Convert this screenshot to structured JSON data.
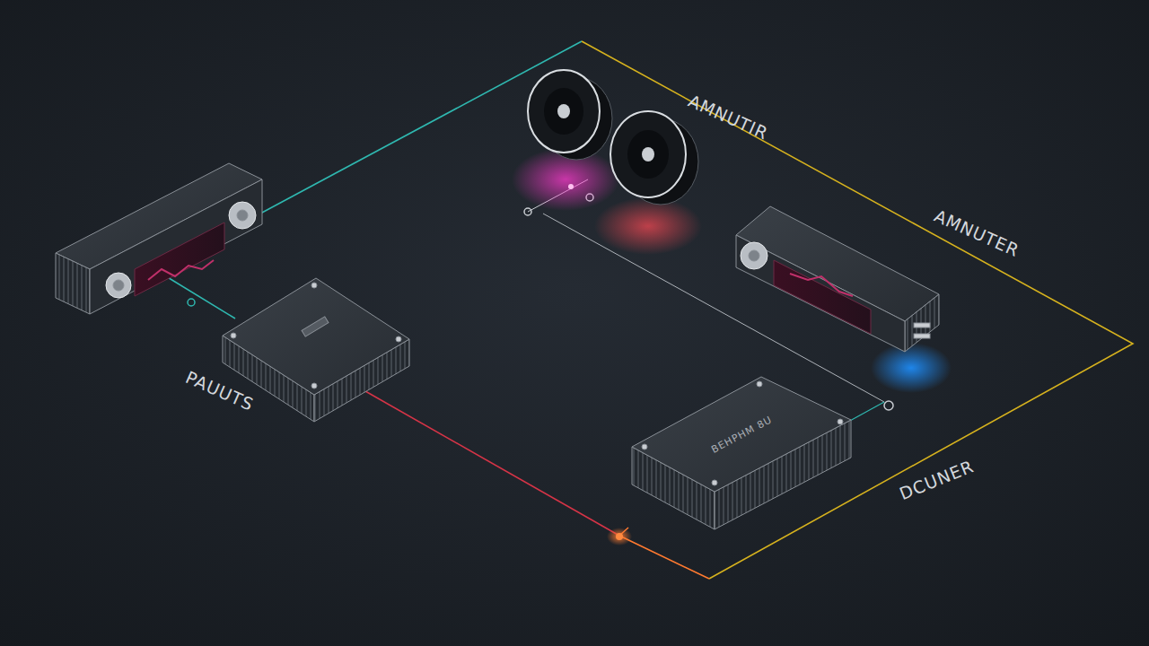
{
  "diagram": {
    "nodes": [
      {
        "text": [
          "BEHPHM 8U"
        ]
      }
    ],
    "labels": [
      "AMNUTIR",
      "AMNUTER",
      "PAUUTS",
      "DCUNER"
    ]
  }
}
